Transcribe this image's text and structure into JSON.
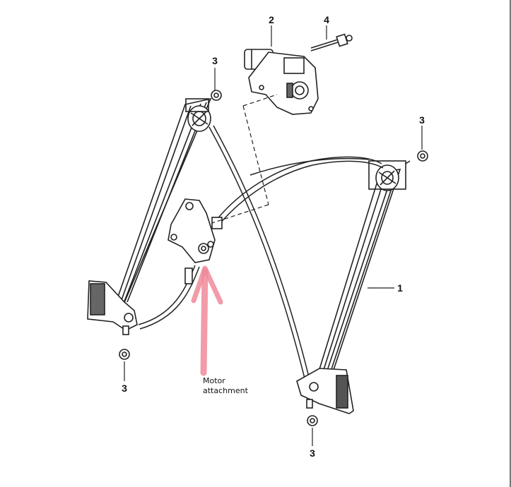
{
  "annotation": {
    "lines": [
      "Motor",
      "attachment"
    ],
    "arrow_color": "#f08a9a"
  },
  "callouts": {
    "regulator": "1",
    "motor": "2",
    "bolt": "4",
    "nut": "3"
  },
  "colors": {
    "line": "#222222",
    "background": "#ffffff"
  }
}
